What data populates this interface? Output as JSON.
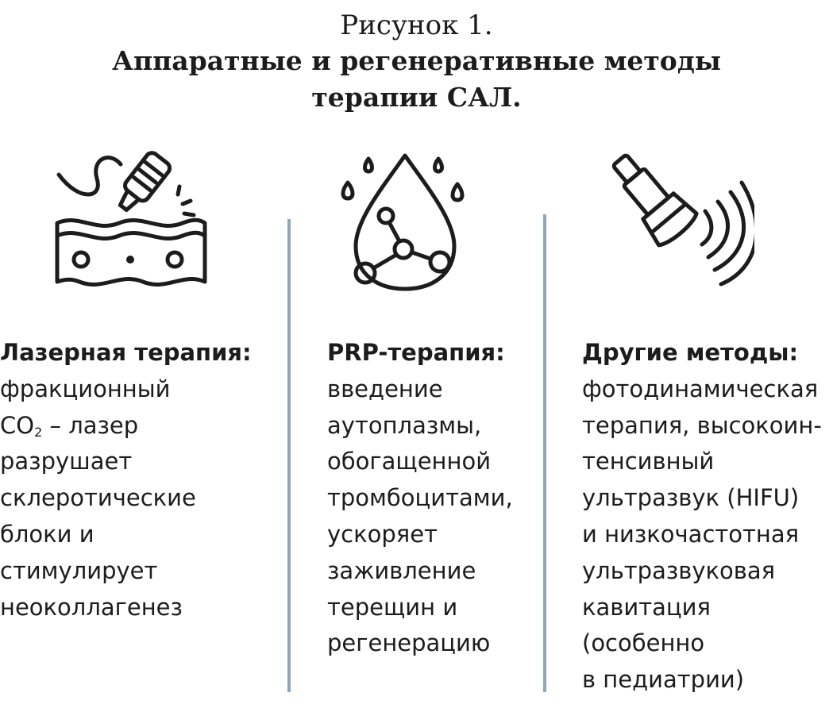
{
  "caption": {
    "number": "Рисунок 1.",
    "title_line1": "Аппаратные и регенеративные методы",
    "title_line2": "терапии САЛ."
  },
  "icons": [
    "laser-skin-icon",
    "plasma-drop-icon",
    "ultrasound-probe-icon"
  ],
  "divider_color": "#8fa6b8",
  "columns": [
    {
      "heading": "Лазерная терапия:",
      "lines": [
        "фракционный",
        "CO",
        "2",
        "– лазер",
        "разрушает",
        "склеротические",
        "блоки и",
        "стимулирует",
        "неоколлагенез"
      ]
    },
    {
      "heading": "PRP-терапия:",
      "lines": [
        "введение",
        "аутоплазмы,",
        "обогащенной",
        "тромбоцитами,",
        "ускоряет",
        "заживление",
        "терещин и",
        "регенерацию"
      ]
    },
    {
      "heading": "Другие методы:",
      "lines": [
        "фотодинамическая",
        "терапия, высокоин-",
        "тенсивный",
        "ультразвук (HIFU)",
        "и низкочастотная",
        "ультразвуковая",
        "кавитация",
        "(особенно",
        "в педиатрии)"
      ]
    }
  ]
}
